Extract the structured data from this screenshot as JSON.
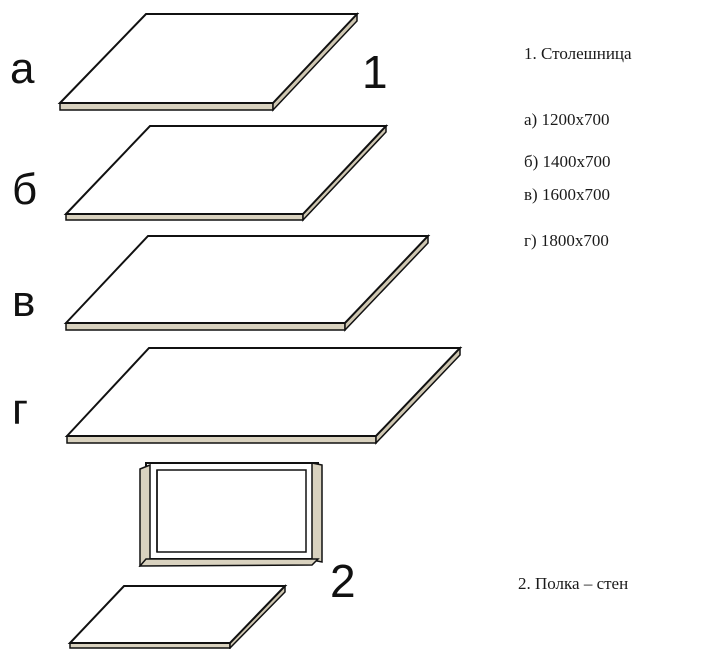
{
  "colors": {
    "background": "#ffffff",
    "outline": "#111111",
    "panel_face": "#ffffff",
    "panel_edge": "#d9d2bf"
  },
  "labels": {
    "letter_a": "а",
    "letter_b": "б",
    "letter_v": "в",
    "letter_g": "г",
    "number_1": "1",
    "number_2": "2"
  },
  "legend": {
    "heading_1": "1. Столешница",
    "sizes": [
      "а) 1200х700",
      "б) 1400х700",
      "в) 1600х700",
      "г) 1800х700"
    ],
    "heading_2": "2. Полка – стен"
  }
}
